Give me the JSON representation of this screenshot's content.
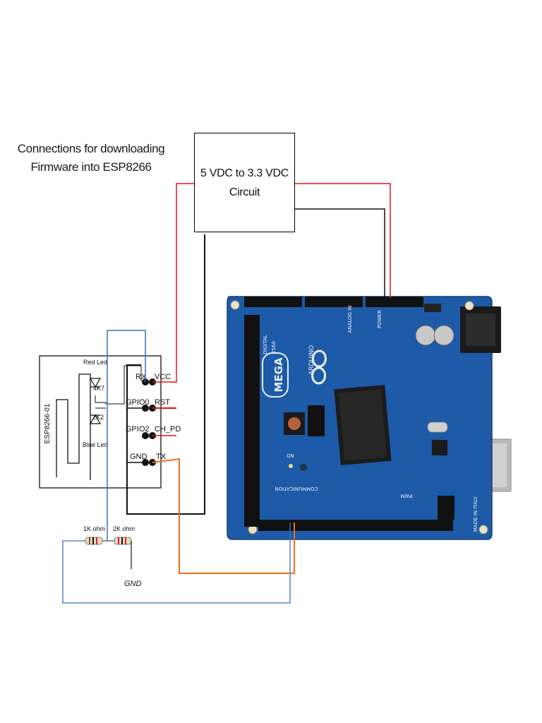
{
  "title": {
    "line1": "Connections for downloading",
    "line2": "Firmware into ESP8266"
  },
  "regulator": {
    "line1": "5 VDC to 3.3 VDC",
    "line2": "Circuit"
  },
  "esp_module": {
    "name": "ESP8266-01",
    "pins": {
      "rx": "RX",
      "vcc": "VCC",
      "gpio0": "GPIO0",
      "rst": "RST",
      "gpio2": "GPIO2",
      "ch_pd": "CH_PD",
      "gnd": "GND",
      "tx": "TX"
    },
    "red_led": "Red Led",
    "blue_led": "Blue Led",
    "r1": "4K7",
    "r2": "2K2"
  },
  "divider": {
    "r1": "1K ohm",
    "r2": "2K ohm",
    "gnd": "GND"
  },
  "arduino": {
    "brand": "ARDUINO",
    "model": "MEGA",
    "variant": "2560",
    "analog_in": "ANALOG IN",
    "power": "POWER",
    "digital": "DIGITAL",
    "communication": "COMMUNICATION",
    "pwm": "PWM",
    "made_in": "MADE IN ITALY",
    "on": "ON"
  },
  "colors": {
    "wire_red": "#e0141c",
    "wire_black": "#111111",
    "wire_blue": "#3c6fc4",
    "wire_orange": "#e8701c",
    "board": "#1d5aa8",
    "board_dark": "#164a8e"
  }
}
